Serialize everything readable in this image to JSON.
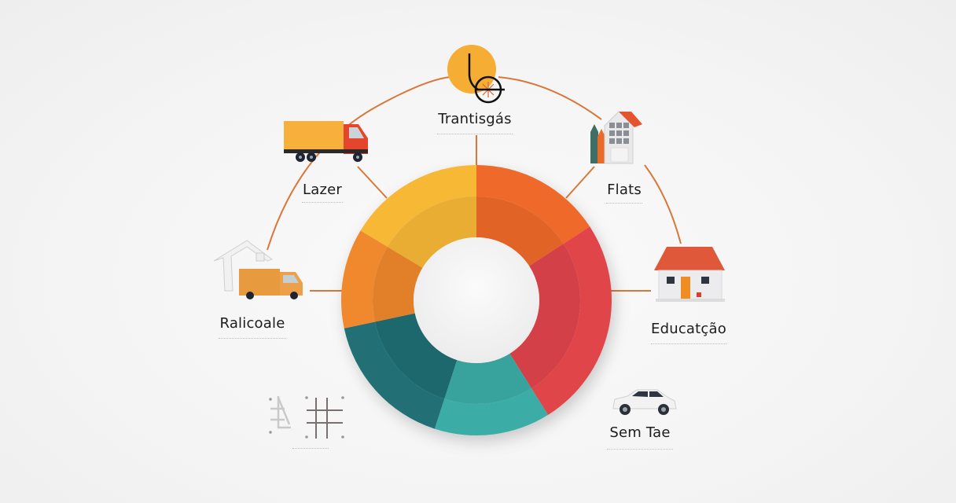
{
  "chart_data": {
    "type": "pie",
    "variant": "donut",
    "title": "",
    "slices": [
      {
        "name": "segment-orange",
        "color": "#ef6a2a",
        "percent": 15.8,
        "start_deg": 0,
        "end_deg": 57
      },
      {
        "name": "segment-red",
        "color": "#e0454a",
        "percent": 25.3,
        "start_deg": 57,
        "end_deg": 148
      },
      {
        "name": "segment-teal-light",
        "color": "#3aada6",
        "percent": 13.9,
        "start_deg": 148,
        "end_deg": 198
      },
      {
        "name": "segment-teal-dark",
        "color": "#216f74",
        "percent": 16.7,
        "start_deg": 198,
        "end_deg": 258
      },
      {
        "name": "segment-orange-light",
        "color": "#f0882e",
        "percent": 11.9,
        "start_deg": 258,
        "end_deg": 301
      },
      {
        "name": "segment-yellow",
        "color": "#f7b834",
        "percent": 16.4,
        "start_deg": 301,
        "end_deg": 360
      }
    ],
    "legend_labels": [
      "Trantisgás",
      "Lazer",
      "Flats",
      "Ralicoale",
      "Educatção",
      "Sem Tae"
    ],
    "legend_position": "radial-around-chart"
  },
  "labels": {
    "top": "Trantisgás",
    "upper_left": "Lazer",
    "upper_right": "Flats",
    "left": "Ralicoale",
    "right": "Educatção",
    "lower_right": "Sem Tae"
  },
  "icons": {
    "top": "clock-bicycle-icon",
    "upper_left": "truck-icon",
    "upper_right": "buildings-icon",
    "left": "house-delivery-van-icon",
    "right": "house-icon",
    "lower_right": "car-icon",
    "lower_left": "grid-symbol-icon"
  },
  "colors": {
    "connector": "#d9773a",
    "text": "#1c1c1c"
  }
}
